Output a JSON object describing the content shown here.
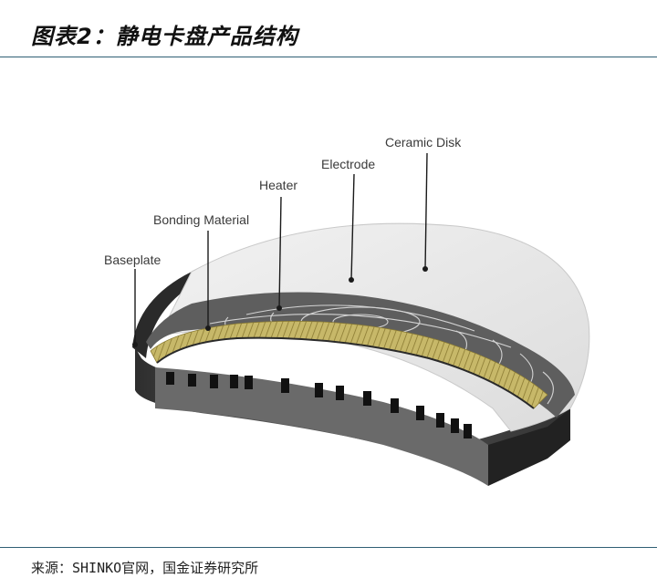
{
  "header": {
    "title": "图表2：静电卡盘产品结构"
  },
  "diagram": {
    "labels": {
      "ceramic_disk": "Ceramic Disk",
      "electrode": "Electrode",
      "heater": "Heater",
      "bonding_material": "Bonding Material",
      "baseplate": "Baseplate"
    },
    "colors": {
      "ceramic_disk": "#e6e6e6",
      "electrode_layer": "#5a5a5a",
      "heater_coil": "#c7b869",
      "baseplate": "#3a3a3a",
      "leader_line": "#1a1a1a"
    }
  },
  "footer": {
    "source": "来源：SHINKO官网，国金证券研究所"
  }
}
